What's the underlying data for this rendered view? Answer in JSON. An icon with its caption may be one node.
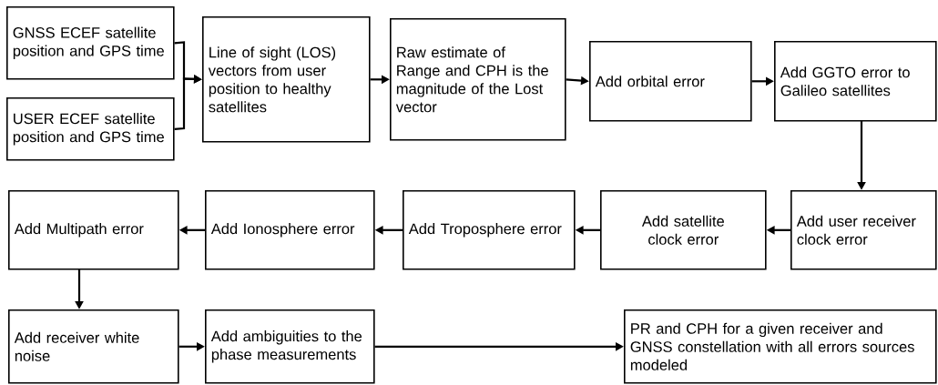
{
  "diagram": {
    "nodes": [
      {
        "text": [
          "GNSS ECEF satellite position and GPS time"
        ]
      },
      {
        "text": [
          "USER ECEF satellite position and GPS time"
        ]
      },
      {
        "text": [
          "Line of sight (LOS) vectors from user position to healthy satellites"
        ]
      },
      {
        "text": [
          "Raw estimate of Range and CPH is the magnitude of the Lost vector"
        ]
      },
      {
        "text": [
          "Add orbital error"
        ]
      },
      {
        "text": [
          "Add GGTO error to Galileo satellites"
        ]
      },
      {
        "text": [
          "Add Multipath error"
        ]
      },
      {
        "text": [
          "Add Ionosphere error"
        ]
      },
      {
        "text": [
          "Add Troposphere error"
        ]
      },
      {
        "text": [
          "Add satellite clock error"
        ]
      },
      {
        "text": [
          "Add user receiver clock error"
        ]
      },
      {
        "text": [
          "Add receiver white noise"
        ]
      },
      {
        "text": [
          "Add ambiguities to the phase measurements"
        ]
      },
      {
        "text": [
          "PR and CPH for a given receiver and GNSS constellation with all errors sources modeled"
        ]
      }
    ],
    "edges": [
      {
        "from": 0,
        "to": 2,
        "arrow": "to"
      },
      {
        "from": 1,
        "to": 2,
        "arrow": "to"
      },
      {
        "from": 2,
        "to": 3,
        "arrow": "to"
      },
      {
        "from": 3,
        "to": 4,
        "arrow": "to"
      },
      {
        "from": 4,
        "to": 5,
        "arrow": "to"
      },
      {
        "from": 5,
        "to": 10,
        "arrow": "to"
      },
      {
        "from": 10,
        "to": 9,
        "arrow": "to"
      },
      {
        "from": 9,
        "to": 8,
        "arrow": "to"
      },
      {
        "from": 8,
        "to": 7,
        "arrow": "to"
      },
      {
        "from": 7,
        "to": 6,
        "arrow": "to"
      },
      {
        "from": 6,
        "to": 11,
        "arrow": "to"
      },
      {
        "from": 11,
        "to": 12,
        "arrow": "to"
      },
      {
        "from": 12,
        "to": 13,
        "arrow": "to"
      }
    ]
  }
}
